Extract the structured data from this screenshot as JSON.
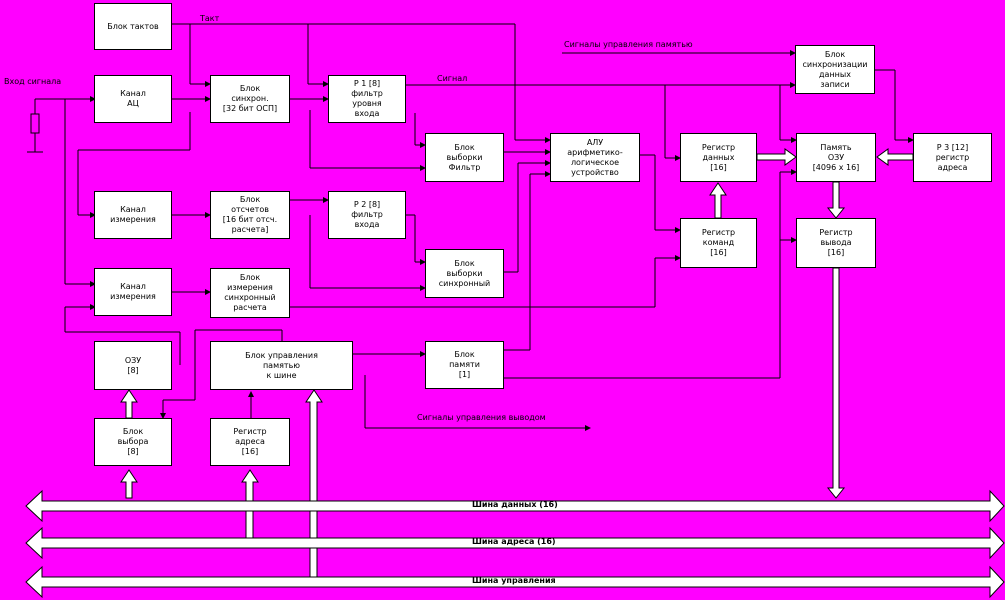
{
  "colors": {
    "background": "#ff00ff",
    "block_fill": "#ffffff",
    "line": "#000000"
  },
  "blocks": {
    "b1": [
      "Блок тактов"
    ],
    "b2": [
      "Канал",
      "АЦ"
    ],
    "b3": [
      "Блок",
      "синхрон.",
      "[32 бит ОСП]"
    ],
    "b4": [
      "Р 1 [8]",
      "фильтр",
      "уровня",
      "входа"
    ],
    "b5": [
      "Блок",
      "выборки",
      "Фильтр"
    ],
    "b6": [
      "Блок",
      "отсчетов",
      "[16 бит отсч.",
      "расчета]"
    ],
    "b7": [
      "Р 2 [8]",
      "фильтр",
      "входа"
    ],
    "b8": [
      "Блок",
      "выборки",
      "синхронный"
    ],
    "b9": [
      "Канал",
      "измерения"
    ],
    "b10": [
      "Блок",
      "измерения",
      "синхронный",
      "расчета"
    ],
    "b11": [
      "ОЗУ",
      "[8]"
    ],
    "b12": [
      "Блок управления",
      "памятью",
      "к шине"
    ],
    "b13": [
      "Блок",
      "памяти",
      "[1]"
    ],
    "b14": [
      "Блок",
      "выбора",
      "[8]"
    ],
    "b15": [
      "Регистр",
      "адреса",
      "[16]"
    ],
    "b16": [
      "АЛУ",
      "арифметико-",
      "логическое",
      "устройство"
    ],
    "b17": [
      "Регистр",
      "данных",
      "[16]"
    ],
    "b18": [
      "Регистр",
      "команд",
      "[16]"
    ],
    "b19": [
      "Блок",
      "синхронизации",
      "данных",
      "записи"
    ],
    "b20": [
      "Память",
      "ОЗУ",
      "[4096 x 16]"
    ],
    "b21": [
      "Р 3 [12]",
      "регистр",
      "адреса"
    ],
    "b22": [
      "Регистр",
      "вывода",
      "[16]"
    ]
  },
  "labels": {
    "input": "Вход сигнала",
    "sync": "Такт",
    "ctrl": "Сигнал",
    "ctrl_in": "Сигналы управления памятью",
    "ctrl_out": "Сигналы управления выводом"
  },
  "buses": {
    "data": "Шина данных (16)",
    "addr": "Шина адреса (16)",
    "ctrl": "Шина управления"
  }
}
